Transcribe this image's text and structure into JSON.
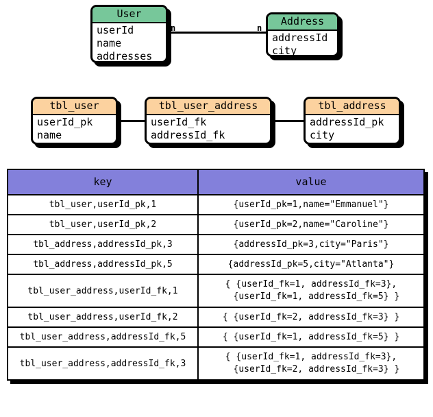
{
  "er_diagram": {
    "entities": [
      {
        "name": "User",
        "header_color": "#77c79a",
        "fields": [
          "userId",
          "name",
          "addresses"
        ]
      },
      {
        "name": "Address",
        "header_color": "#77c79a",
        "fields": [
          "addressId",
          "city"
        ]
      }
    ],
    "relationship": {
      "left_cardinality": "n",
      "right_cardinality": "n"
    }
  },
  "relational_diagram": {
    "tables": [
      {
        "name": "tbl_user",
        "header_color": "#fcd29f",
        "fields": [
          "userId_pk",
          "name"
        ]
      },
      {
        "name": "tbl_user_address",
        "header_color": "#fcd29f",
        "fields": [
          "userId_fk",
          "addressId_fk"
        ]
      },
      {
        "name": "tbl_address",
        "header_color": "#fcd29f",
        "fields": [
          "addressId_pk",
          "city"
        ]
      }
    ]
  },
  "kv_table": {
    "header_color": "#8380db",
    "columns": [
      "key",
      "value"
    ],
    "rows": [
      {
        "key": "tbl_user,userId_pk,1",
        "value": "{userId_pk=1,name=\"Emmanuel\"}"
      },
      {
        "key": "tbl_user,userId_pk,2",
        "value": "{userId_pk=2,name=\"Caroline\"}"
      },
      {
        "key": "tbl_address,addressId_pk,3",
        "value": "{addressId_pk=3,city=\"Paris\"}"
      },
      {
        "key": "tbl_address,addressId_pk,5",
        "value": "{addressId_pk=5,city=\"Atlanta\"}"
      },
      {
        "key": "tbl_user_address,userId_fk,1",
        "value": "{ {userId_fk=1, addressId_fk=3},\n  {userId_fk=1, addressId_fk=5} }"
      },
      {
        "key": "tbl_user_address,userId_fk,2",
        "value": "{ {userId_fk=2, addressId_fk=3} }"
      },
      {
        "key": "tbl_user_address,addressId_fk,5",
        "value": "{ {userId_fk=1, addressId_fk=5} }"
      },
      {
        "key": "tbl_user_address,addressId_fk,3",
        "value": "{ {userId_fk=1, addressId_fk=3},\n  {userId_fk=2, addressId_fk=3} }"
      }
    ]
  }
}
